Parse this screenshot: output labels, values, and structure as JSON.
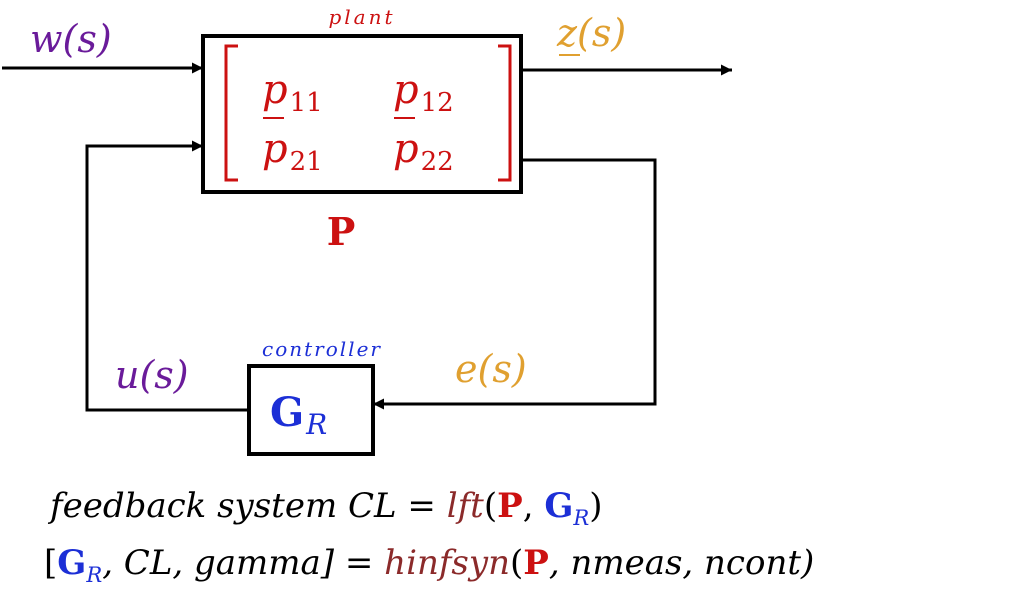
{
  "colors": {
    "plant": "#cc1111",
    "controller": "#1c2fd6",
    "input": "#6a1b9a",
    "output": "#e0a030",
    "function": "#8b2a2a",
    "line": "#000000"
  },
  "plant": {
    "caption": "plant",
    "name": "P",
    "matrix": {
      "p11": {
        "base": "p",
        "sub": "11"
      },
      "p12": {
        "base": "p",
        "sub": "12"
      },
      "p21": {
        "base": "p",
        "sub": "21"
      },
      "p22": {
        "base": "p",
        "sub": "22"
      }
    }
  },
  "controller": {
    "caption": "controller",
    "name": "G",
    "subscript": "R"
  },
  "signals": {
    "w": "w(s)",
    "z": "z(s)",
    "u": "u(s)",
    "e": "e(s)"
  },
  "formula1": {
    "prefix": "feedback system CL = ",
    "func": "lft",
    "open": "(",
    "arg1": "P",
    "sep": ", ",
    "arg2": "G",
    "arg2_sub": "R",
    "close": ")"
  },
  "formula2": {
    "open": "[",
    "g": "G",
    "g_sub": "R",
    "rest": ", CL, gamma] = ",
    "func": "hinfsyn",
    "fopen": "(",
    "arg1": "P",
    "args": ", nmeas, ncont)"
  }
}
